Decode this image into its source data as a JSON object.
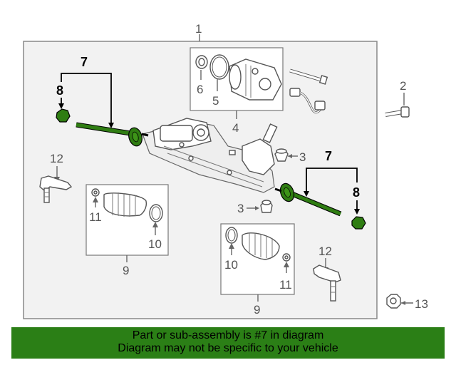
{
  "callouts": {
    "c1": "1",
    "c2": "2",
    "c3a": "3",
    "c3b": "3",
    "c4": "4",
    "c5": "5",
    "c6": "6",
    "c7a": "7",
    "c7b": "7",
    "c8a": "8",
    "c8b": "8",
    "c9a": "9",
    "c9b": "9",
    "c10a": "10",
    "c10b": "10",
    "c11a": "11",
    "c11b": "11",
    "c12a": "12",
    "c12b": "12",
    "c13": "13"
  },
  "banner": {
    "line1": "Part or sub-assembly is #7 in diagram",
    "line2": "Diagram may not be specific to your vehicle"
  },
  "colors": {
    "highlight": "#2f7d12",
    "banner_bg": "#2b7f16",
    "box_bg": "#f2f2f2"
  }
}
